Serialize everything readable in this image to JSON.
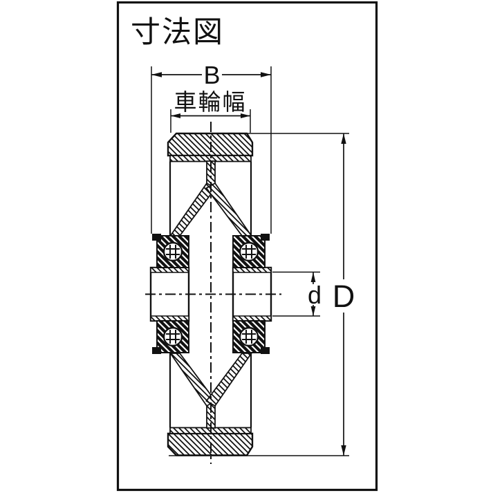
{
  "title": "寸法図",
  "labels": {
    "overall_width": "B",
    "wheel_width": "車輪幅",
    "outer_diameter": "D",
    "bore_diameter": "d"
  },
  "drawing": {
    "type": "wheel-cross-section-dimension-diagram",
    "dimensions_shown": [
      "B",
      "車輪幅",
      "D",
      "d"
    ]
  },
  "colors": {
    "line": "#111111",
    "background": "#ffffff"
  }
}
